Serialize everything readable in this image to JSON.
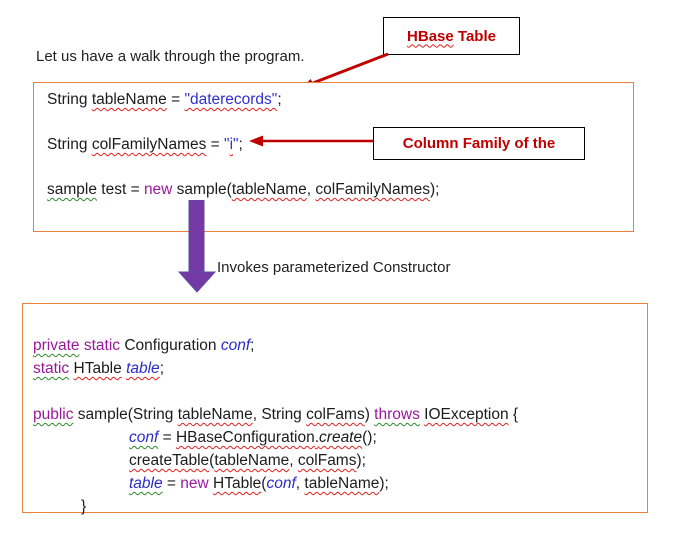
{
  "intro_text": "Let us have a walk through the program.",
  "arrow_caption": "Invokes parameterized Constructor",
  "callout_hbase": {
    "label": "HBase Table",
    "tokens": [
      [
        "HBase",
        "sqr"
      ],
      [
        " Table",
        ""
      ]
    ]
  },
  "callout_colfam": {
    "label": "Column Family of the"
  },
  "colors": {
    "callout_red": "#C00000",
    "box_border_orange": "#E8823E",
    "keyword_purple": "#99199A",
    "literal_blue": "#3030CC",
    "block_arrow_purple": "#7539A5",
    "squiggle_red": "#E02020",
    "squiggle_green": "#2E8B2E"
  },
  "code_box_1": {
    "lines": [
      {
        "ind": 0,
        "tokens": [
          [
            "String ",
            ""
          ],
          [
            "tableName",
            "sqr"
          ],
          [
            " = ",
            ""
          ],
          [
            "\"daterecords\"",
            "s sqr"
          ],
          [
            ";",
            ""
          ]
        ]
      },
      {
        "ind": 0,
        "tokens": [
          [
            "String ",
            ""
          ],
          [
            "colFamilyNames",
            "sqr"
          ],
          [
            " = ",
            ""
          ],
          [
            "\"",
            "s"
          ],
          [
            "i",
            "s sqr"
          ],
          [
            "\"",
            "s"
          ],
          [
            ";",
            ""
          ]
        ]
      },
      {
        "ind": 0,
        "tokens": [
          [
            "sample",
            "sqg"
          ],
          [
            " test = ",
            ""
          ],
          [
            "new",
            "k"
          ],
          [
            " sample(",
            ""
          ],
          [
            "tableName",
            "sqr"
          ],
          [
            ", ",
            ""
          ],
          [
            "colFamilyNames",
            "sqr"
          ],
          [
            ");",
            ""
          ]
        ]
      }
    ]
  },
  "code_box_2": {
    "lines": [
      {
        "ind": 0,
        "tokens": [
          [
            "private",
            "k sqg"
          ],
          [
            " ",
            ""
          ],
          [
            "static",
            "k"
          ],
          [
            " Configuration ",
            ""
          ],
          [
            "conf",
            "f"
          ],
          [
            ";",
            ""
          ]
        ]
      },
      {
        "ind": 0,
        "tokens": [
          [
            "static",
            "k sqg"
          ],
          [
            " ",
            ""
          ],
          [
            "HTable",
            "sqr"
          ],
          [
            " ",
            ""
          ],
          [
            "table",
            "f sqr"
          ],
          [
            ";",
            ""
          ]
        ]
      },
      {
        "ind": 0,
        "tokens": []
      },
      {
        "ind": 0,
        "tokens": [
          [
            "public",
            "k sqg"
          ],
          [
            " sample(String ",
            ""
          ],
          [
            "tableName",
            "sqr"
          ],
          [
            ", String ",
            ""
          ],
          [
            "colFams",
            "sqr"
          ],
          [
            ") ",
            ""
          ],
          [
            "throws",
            "k sqg"
          ],
          [
            " ",
            ""
          ],
          [
            "IOException",
            "sqr"
          ],
          [
            " {",
            ""
          ]
        ]
      },
      {
        "ind": 1,
        "tokens": [
          [
            "conf",
            "f sqg"
          ],
          [
            " = ",
            ""
          ],
          [
            "HBaseConfiguration",
            "sqr"
          ],
          [
            ".",
            "sqr"
          ],
          [
            "create",
            "i sqr"
          ],
          [
            "();",
            ""
          ]
        ]
      },
      {
        "ind": 1,
        "tokens": [
          [
            "createTable",
            "sqr"
          ],
          [
            "(",
            ""
          ],
          [
            "tableName",
            "sqr"
          ],
          [
            ", ",
            ""
          ],
          [
            "colFams",
            "sqr"
          ],
          [
            ");",
            ""
          ]
        ]
      },
      {
        "ind": 1,
        "tokens": [
          [
            "table",
            "f sqg"
          ],
          [
            " = ",
            ""
          ],
          [
            "new",
            "k"
          ],
          [
            " ",
            ""
          ],
          [
            "HTable",
            "sqr"
          ],
          [
            "(",
            ""
          ],
          [
            "conf",
            "f"
          ],
          [
            ", ",
            ""
          ],
          [
            "tableName",
            "sqr"
          ],
          [
            ");",
            ""
          ]
        ]
      },
      {
        "ind": 2,
        "tokens": [
          [
            "}",
            ""
          ]
        ]
      }
    ]
  }
}
